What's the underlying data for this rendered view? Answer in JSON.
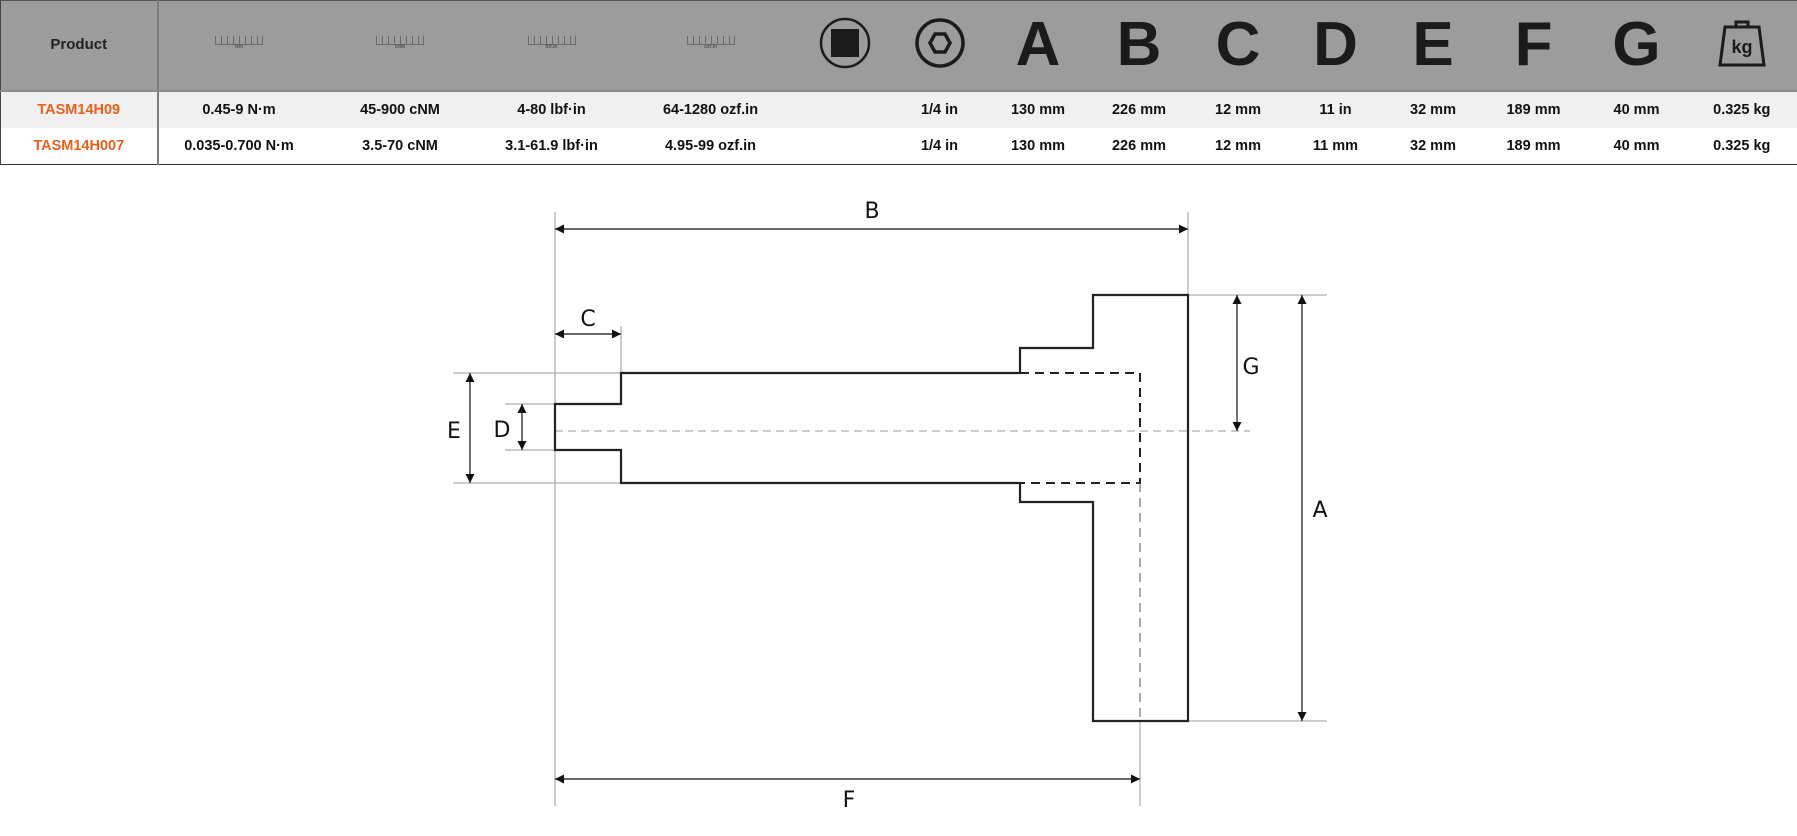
{
  "table": {
    "header": {
      "product": "Product",
      "ruler_labels": [
        "Nm",
        "cNM",
        "lbf.in",
        "ozf.in"
      ],
      "icons": [
        "square-drive-icon",
        "hex-drive-icon"
      ],
      "dimension_letters": [
        "A",
        "B",
        "C",
        "D",
        "E",
        "F",
        "G"
      ],
      "weight_icon_label": "kg"
    },
    "rows": [
      {
        "product": "TASM14H09",
        "nm": "0.45-9 N·m",
        "cnm": "45-900 cNM",
        "lbf": "4-80 lbf·in",
        "ozf": "64-1280 ozf.in",
        "square": "",
        "hex": "1/4 in",
        "A": "130 mm",
        "B": "226 mm",
        "C": "12 mm",
        "D": "11 in",
        "E": "32 mm",
        "F": "189 mm",
        "G": "40 mm",
        "weight": "0.325 kg"
      },
      {
        "product": "TASM14H007",
        "nm": "0.035-0.700 N·m",
        "cnm": "3.5-70 cNM",
        "lbf": "3.1-61.9 lbf·in",
        "ozf": "4.95-99 ozf.in",
        "square": "",
        "hex": "1/4 in",
        "A": "130 mm",
        "B": "226 mm",
        "C": "12 mm",
        "D": "11 mm",
        "E": "32 mm",
        "F": "189 mm",
        "G": "40 mm",
        "weight": "0.325 kg"
      }
    ],
    "colors": {
      "header_bg": "#9c9c9c",
      "product_text": "#e8601c",
      "row_alt": "#f0f0f0"
    }
  },
  "diagram": {
    "labels": {
      "A": "A",
      "B": "B",
      "C": "C",
      "D": "D",
      "E": "E",
      "F": "F",
      "G": "G"
    }
  }
}
